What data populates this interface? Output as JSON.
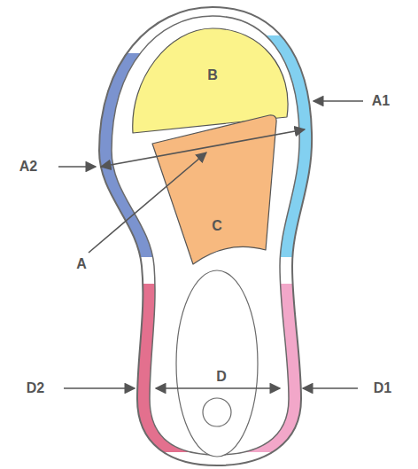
{
  "diagram": {
    "nodes": [
      {
        "text": [
          "B"
        ]
      },
      {
        "text": [
          "C"
        ]
      },
      {
        "text": [
          "D"
        ]
      }
    ],
    "labels": [
      "A1",
      "A2",
      "A",
      "D2",
      "D1"
    ]
  }
}
